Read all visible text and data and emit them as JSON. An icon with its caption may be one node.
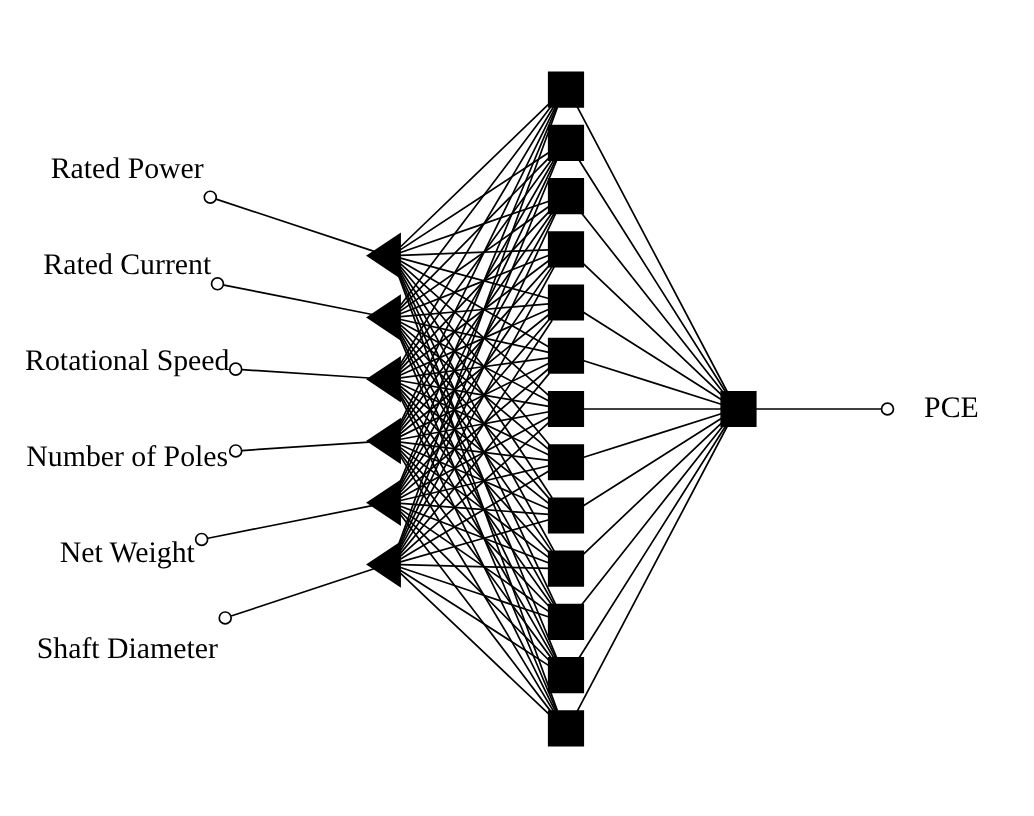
{
  "diagram": {
    "nodes": [
      {
        "text": [
          "Rated Power"
        ]
      },
      {
        "text": [
          "Rated Current"
        ]
      },
      {
        "text": [
          "Rotational Speed"
        ]
      },
      {
        "text": [
          "Number of Poles"
        ]
      },
      {
        "text": [
          "Net Weight"
        ]
      },
      {
        "text": [
          "Shaft Diameter"
        ]
      },
      {
        "text": [],
        "shape": "triangle"
      },
      {
        "text": [],
        "shape": "triangle"
      },
      {
        "text": [],
        "shape": "triangle"
      },
      {
        "text": [],
        "shape": "triangle"
      },
      {
        "text": [],
        "shape": "triangle"
      },
      {
        "text": [],
        "shape": "triangle"
      },
      {
        "text": [],
        "shape": "box"
      },
      {
        "text": [],
        "shape": "box"
      },
      {
        "text": [],
        "shape": "box"
      },
      {
        "text": [],
        "shape": "box"
      },
      {
        "text": [],
        "shape": "box"
      },
      {
        "text": [],
        "shape": "box"
      },
      {
        "text": [],
        "shape": "box"
      },
      {
        "text": [],
        "shape": "box"
      },
      {
        "text": [],
        "shape": "box"
      },
      {
        "text": [],
        "shape": "box"
      },
      {
        "text": [],
        "shape": "box"
      },
      {
        "text": [],
        "shape": "box"
      },
      {
        "text": [],
        "shape": "box"
      },
      {
        "text": [],
        "shape": "box"
      },
      {
        "text": [
          "PCE"
        ]
      }
    ],
    "edges": [
      {
        "from": 0,
        "to": 6,
        "arrow": "other"
      },
      {
        "from": 1,
        "to": 7,
        "arrow": "other"
      },
      {
        "from": 2,
        "to": 8,
        "arrow": "other"
      },
      {
        "from": 3,
        "to": 9,
        "arrow": "other"
      },
      {
        "from": 4,
        "to": 10,
        "arrow": "other"
      },
      {
        "from": 5,
        "to": 11,
        "arrow": "other"
      },
      {
        "from": 6,
        "to": 12,
        "arrow": "none"
      },
      {
        "from": 6,
        "to": 13,
        "arrow": "none"
      },
      {
        "from": 6,
        "to": 14,
        "arrow": "none"
      },
      {
        "from": 6,
        "to": 15,
        "arrow": "none"
      },
      {
        "from": 6,
        "to": 16,
        "arrow": "none"
      },
      {
        "from": 6,
        "to": 17,
        "arrow": "none"
      },
      {
        "from": 6,
        "to": 18,
        "arrow": "none"
      },
      {
        "from": 6,
        "to": 19,
        "arrow": "none"
      },
      {
        "from": 6,
        "to": 20,
        "arrow": "none"
      },
      {
        "from": 6,
        "to": 21,
        "arrow": "none"
      },
      {
        "from": 6,
        "to": 22,
        "arrow": "none"
      },
      {
        "from": 6,
        "to": 23,
        "arrow": "none"
      },
      {
        "from": 6,
        "to": 24,
        "arrow": "none"
      },
      {
        "from": 7,
        "to": 12,
        "arrow": "none"
      },
      {
        "from": 7,
        "to": 13,
        "arrow": "none"
      },
      {
        "from": 7,
        "to": 14,
        "arrow": "none"
      },
      {
        "from": 7,
        "to": 15,
        "arrow": "none"
      },
      {
        "from": 7,
        "to": 16,
        "arrow": "none"
      },
      {
        "from": 7,
        "to": 17,
        "arrow": "none"
      },
      {
        "from": 7,
        "to": 18,
        "arrow": "none"
      },
      {
        "from": 7,
        "to": 19,
        "arrow": "none"
      },
      {
        "from": 7,
        "to": 20,
        "arrow": "none"
      },
      {
        "from": 7,
        "to": 21,
        "arrow": "none"
      },
      {
        "from": 7,
        "to": 22,
        "arrow": "none"
      },
      {
        "from": 7,
        "to": 23,
        "arrow": "none"
      },
      {
        "from": 7,
        "to": 24,
        "arrow": "none"
      },
      {
        "from": 8,
        "to": 12,
        "arrow": "none"
      },
      {
        "from": 8,
        "to": 13,
        "arrow": "none"
      },
      {
        "from": 8,
        "to": 14,
        "arrow": "none"
      },
      {
        "from": 8,
        "to": 15,
        "arrow": "none"
      },
      {
        "from": 8,
        "to": 16,
        "arrow": "none"
      },
      {
        "from": 8,
        "to": 17,
        "arrow": "none"
      },
      {
        "from": 8,
        "to": 18,
        "arrow": "none"
      },
      {
        "from": 8,
        "to": 19,
        "arrow": "none"
      },
      {
        "from": 8,
        "to": 20,
        "arrow": "none"
      },
      {
        "from": 8,
        "to": 21,
        "arrow": "none"
      },
      {
        "from": 8,
        "to": 22,
        "arrow": "none"
      },
      {
        "from": 8,
        "to": 23,
        "arrow": "none"
      },
      {
        "from": 8,
        "to": 24,
        "arrow": "none"
      },
      {
        "from": 9,
        "to": 12,
        "arrow": "none"
      },
      {
        "from": 9,
        "to": 13,
        "arrow": "none"
      },
      {
        "from": 9,
        "to": 14,
        "arrow": "none"
      },
      {
        "from": 9,
        "to": 15,
        "arrow": "none"
      },
      {
        "from": 9,
        "to": 16,
        "arrow": "none"
      },
      {
        "from": 9,
        "to": 17,
        "arrow": "none"
      },
      {
        "from": 9,
        "to": 18,
        "arrow": "none"
      },
      {
        "from": 9,
        "to": 19,
        "arrow": "none"
      },
      {
        "from": 9,
        "to": 20,
        "arrow": "none"
      },
      {
        "from": 9,
        "to": 21,
        "arrow": "none"
      },
      {
        "from": 9,
        "to": 22,
        "arrow": "none"
      },
      {
        "from": 9,
        "to": 23,
        "arrow": "none"
      },
      {
        "from": 9,
        "to": 24,
        "arrow": "none"
      },
      {
        "from": 10,
        "to": 12,
        "arrow": "none"
      },
      {
        "from": 10,
        "to": 13,
        "arrow": "none"
      },
      {
        "from": 10,
        "to": 14,
        "arrow": "none"
      },
      {
        "from": 10,
        "to": 15,
        "arrow": "none"
      },
      {
        "from": 10,
        "to": 16,
        "arrow": "none"
      },
      {
        "from": 10,
        "to": 17,
        "arrow": "none"
      },
      {
        "from": 10,
        "to": 18,
        "arrow": "none"
      },
      {
        "from": 10,
        "to": 19,
        "arrow": "none"
      },
      {
        "from": 10,
        "to": 20,
        "arrow": "none"
      },
      {
        "from": 10,
        "to": 21,
        "arrow": "none"
      },
      {
        "from": 10,
        "to": 22,
        "arrow": "none"
      },
      {
        "from": 10,
        "to": 23,
        "arrow": "none"
      },
      {
        "from": 10,
        "to": 24,
        "arrow": "none"
      },
      {
        "from": 11,
        "to": 12,
        "arrow": "none"
      },
      {
        "from": 11,
        "to": 13,
        "arrow": "none"
      },
      {
        "from": 11,
        "to": 14,
        "arrow": "none"
      },
      {
        "from": 11,
        "to": 15,
        "arrow": "none"
      },
      {
        "from": 11,
        "to": 16,
        "arrow": "none"
      },
      {
        "from": 11,
        "to": 17,
        "arrow": "none"
      },
      {
        "from": 11,
        "to": 18,
        "arrow": "none"
      },
      {
        "from": 11,
        "to": 19,
        "arrow": "none"
      },
      {
        "from": 11,
        "to": 20,
        "arrow": "none"
      },
      {
        "from": 11,
        "to": 21,
        "arrow": "none"
      },
      {
        "from": 11,
        "to": 22,
        "arrow": "none"
      },
      {
        "from": 11,
        "to": 23,
        "arrow": "none"
      },
      {
        "from": 11,
        "to": 24,
        "arrow": "none"
      },
      {
        "from": 12,
        "to": 25,
        "arrow": "none"
      },
      {
        "from": 13,
        "to": 25,
        "arrow": "none"
      },
      {
        "from": 14,
        "to": 25,
        "arrow": "none"
      },
      {
        "from": 15,
        "to": 25,
        "arrow": "none"
      },
      {
        "from": 16,
        "to": 25,
        "arrow": "none"
      },
      {
        "from": 17,
        "to": 25,
        "arrow": "none"
      },
      {
        "from": 18,
        "to": 25,
        "arrow": "none"
      },
      {
        "from": 19,
        "to": 25,
        "arrow": "none"
      },
      {
        "from": 20,
        "to": 25,
        "arrow": "none"
      },
      {
        "from": 21,
        "to": 25,
        "arrow": "none"
      },
      {
        "from": 22,
        "to": 25,
        "arrow": "none"
      },
      {
        "from": 23,
        "to": 25,
        "arrow": "none"
      },
      {
        "from": 24,
        "to": 25,
        "arrow": "none"
      },
      {
        "from": 25,
        "to": 26,
        "arrow": "other"
      }
    ]
  }
}
